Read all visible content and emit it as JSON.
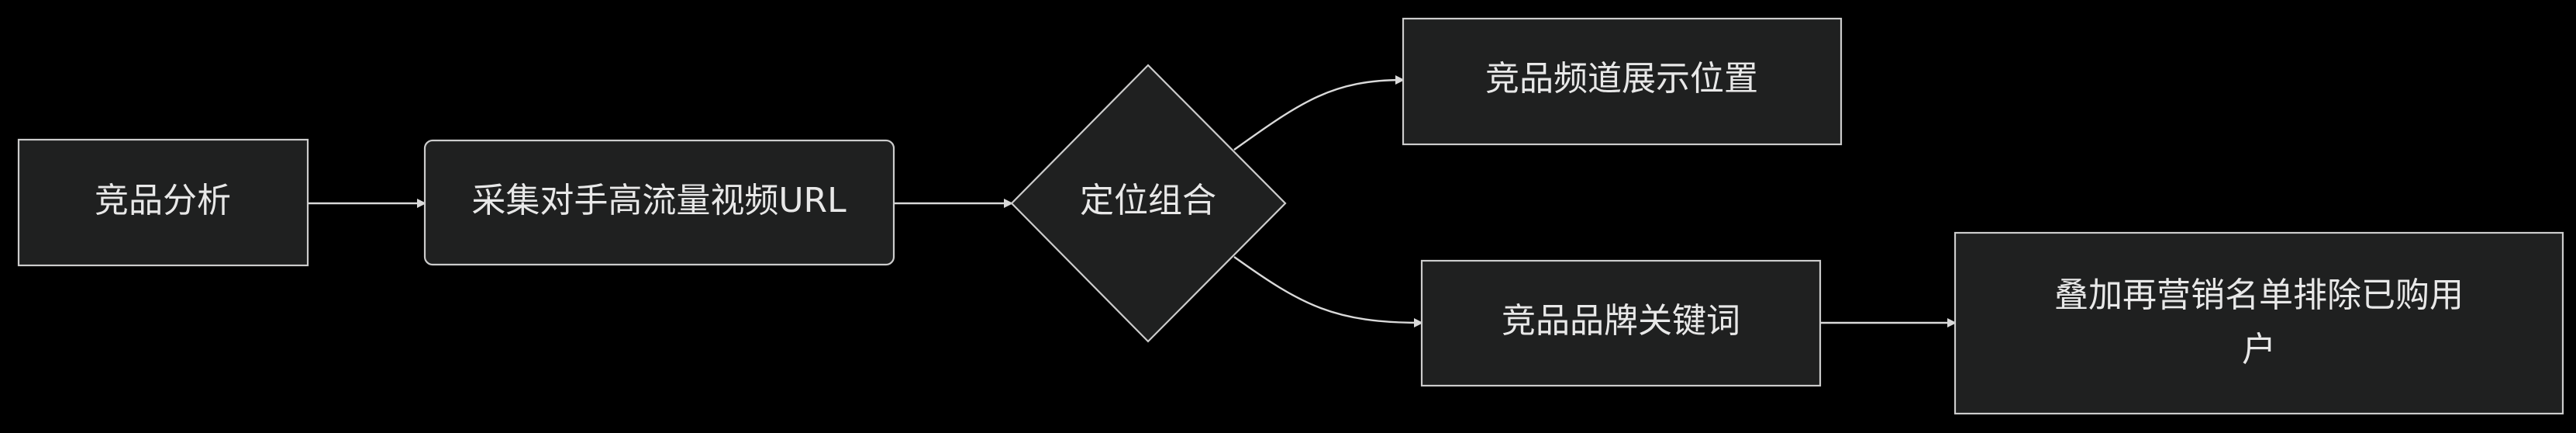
{
  "diagram": {
    "type": "flowchart",
    "direction": "LR",
    "colors": {
      "background": "#000000",
      "node_fill": "#1f2020",
      "node_stroke": "#cccccc",
      "edge": "#d9d9d9",
      "text": "#e8e8e8"
    },
    "nodes": {
      "competitor_analysis": {
        "label": "竞品分析",
        "shape": "rect"
      },
      "collect_urls": {
        "label": "采集对手高流量视频URL",
        "shape": "rounded-rect"
      },
      "targeting_combo": {
        "label": "定位组合",
        "shape": "diamond"
      },
      "channel_placement": {
        "label": "竞品频道展示位置",
        "shape": "rect"
      },
      "brand_keywords": {
        "label": "竞品品牌关键词",
        "shape": "rect"
      },
      "remarketing_exclusion": {
        "label": "叠加再营销名单排除已购用户",
        "lines": [
          "叠加再营销名单排除已购用",
          "户"
        ],
        "shape": "rect"
      }
    },
    "edges": [
      {
        "from": "competitor_analysis",
        "to": "collect_urls"
      },
      {
        "from": "collect_urls",
        "to": "targeting_combo"
      },
      {
        "from": "targeting_combo",
        "to": "channel_placement"
      },
      {
        "from": "targeting_combo",
        "to": "brand_keywords"
      },
      {
        "from": "brand_keywords",
        "to": "remarketing_exclusion"
      }
    ]
  }
}
